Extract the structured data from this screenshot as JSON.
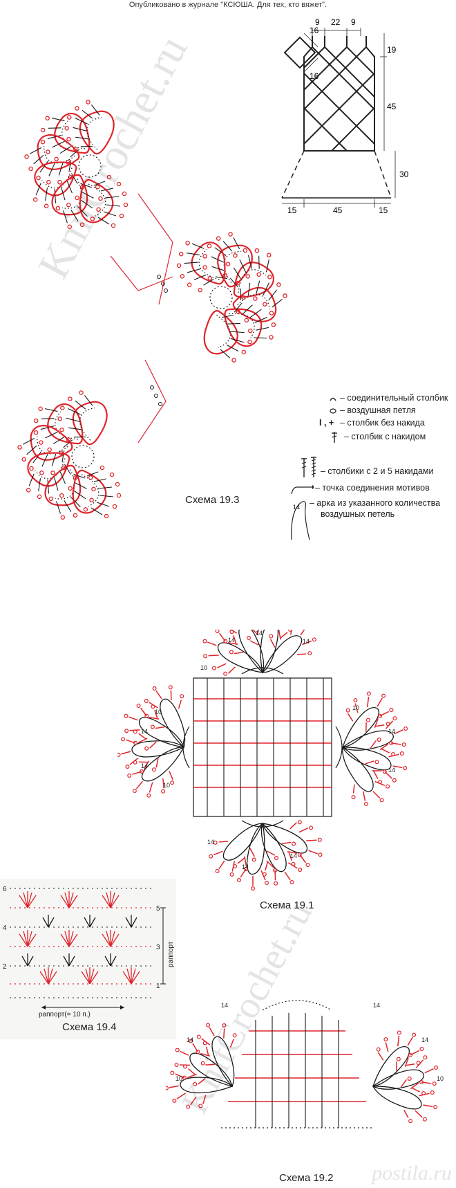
{
  "header": {
    "text": "Опубликовано в журнале \"КСЮША. Для тех, кто вяжет\"."
  },
  "schemas": {
    "s193": "Схема 19.3",
    "s191": "Схема 19.1",
    "s194": "Схема 19.4",
    "s192": "Схема 19.2"
  },
  "pattern_diagram": {
    "top": [
      "9",
      "22",
      "9"
    ],
    "right_upper": "19",
    "right_middle": "45",
    "right_lower": "30",
    "bottom": [
      "15",
      "45",
      "15"
    ],
    "motif_side_a": "16",
    "motif_side_b": "16"
  },
  "legend": {
    "slip_stitch": "– соединительный столбик",
    "chain": "– воздушная петля",
    "single_crochet_symbols": "I , +",
    "single_crochet": "– столбик без накида",
    "double_crochet": "– столбик с накидом",
    "multi_crochet": "– столбики с 2 и 5 накидами",
    "join_point": "– точка соединения мотивов",
    "arch_line1": "– арка из указанного количества",
    "arch_line2": "воздушных петель",
    "arch_number": "14"
  },
  "schema194": {
    "rapport_vertical": "раппорт",
    "rapport_horizontal": "раппорт(= 10 п.)",
    "row_numbers_left": [
      "6",
      "4",
      "2"
    ],
    "row_numbers_right": [
      "5",
      "3",
      "1"
    ]
  },
  "arch_counts": {
    "s191": [
      "14",
      "14",
      "14",
      "10",
      "10",
      "14",
      "14",
      "10",
      "10",
      "14",
      "14",
      "14",
      "14",
      "14"
    ],
    "s192": [
      "14",
      "14",
      "10",
      "10",
      "14",
      "14"
    ]
  },
  "watermark": {
    "brand": "postila.ru",
    "site": "KnitCrochet.ru"
  },
  "colors": {
    "red": "#e0242b",
    "black": "#1a1a1a"
  }
}
